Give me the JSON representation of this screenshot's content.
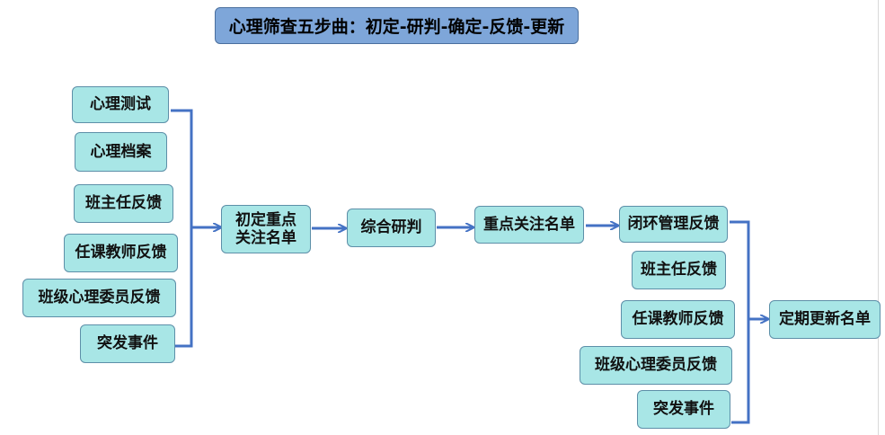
{
  "title": "心理筛查五步曲：初定-研判-确定-反馈-更新",
  "sources": {
    "items": [
      "心理测试",
      "心理档案",
      "班主任反馈",
      "任课教师反馈",
      "班级心理委员反馈",
      "突发事件"
    ]
  },
  "steps": {
    "initial_line1": "初定重点",
    "initial_line2": "关注名单",
    "judge": "综合研判",
    "key_list": "重点关注名单",
    "closed_loop": "闭环管理反馈"
  },
  "feedback": {
    "items": [
      "班主任反馈",
      "任课教师反馈",
      "班级心理委员反馈",
      "突发事件"
    ]
  },
  "final": "定期更新名单",
  "colors": {
    "node_fill": "#a8e6e6",
    "node_border": "#5d8fa8",
    "title_fill": "#7ea6d9",
    "connector": "#4472c4"
  }
}
